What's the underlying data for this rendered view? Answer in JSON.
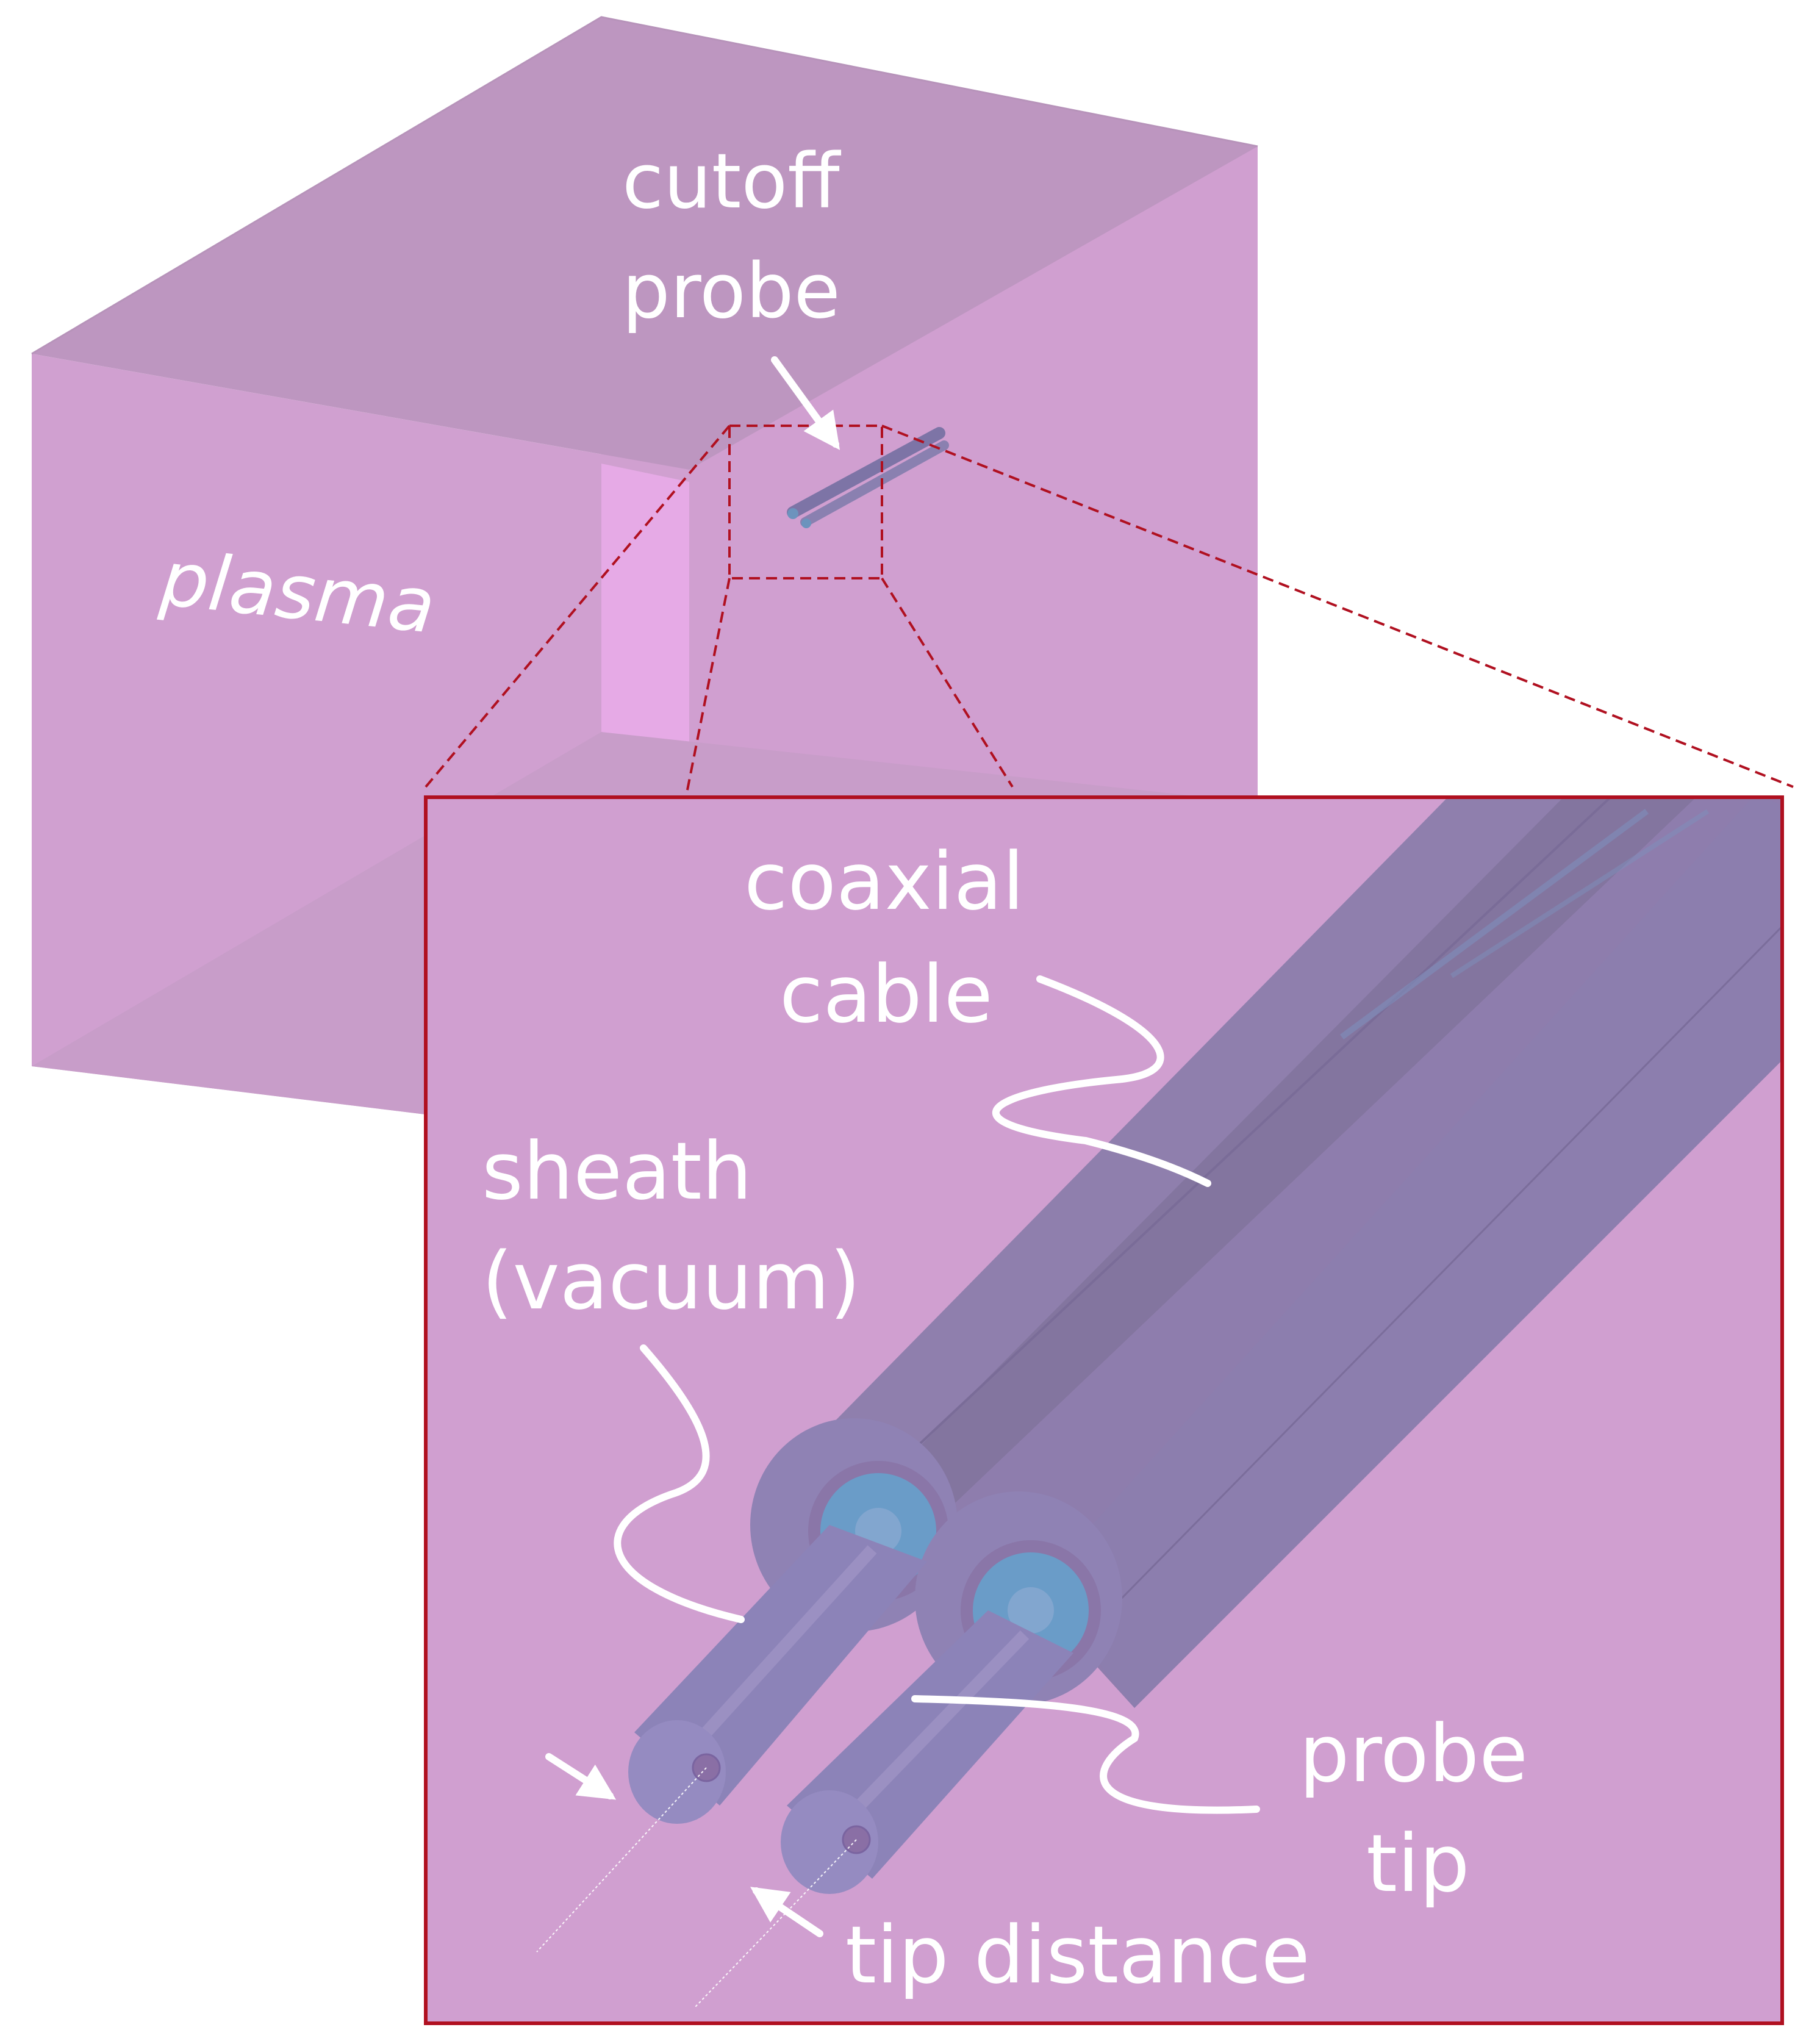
{
  "labels": {
    "cutoff_probe_line1": "cutoff",
    "cutoff_probe_line2": "probe",
    "plasma": "plasma",
    "coaxial_line1": "coaxial",
    "coaxial_line2": "cable",
    "sheath_line1": "sheath",
    "sheath_line2": "(vacuum)",
    "probe_tip_line1": "probe",
    "probe_tip_line2": "tip",
    "tip_distance": "tip distance"
  },
  "colors": {
    "plasma_face": "#d2a0d0",
    "plasma_dark": "#bc97bf",
    "cable": "#8a7cab",
    "cable_dark": "#7e6fa0",
    "sheath_end": "#6a9cc8",
    "zoom_frame": "#b01020",
    "label": "#ffffff"
  }
}
